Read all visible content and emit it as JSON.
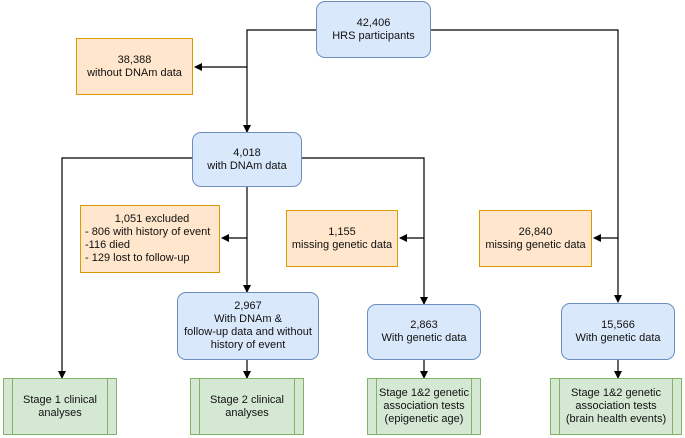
{
  "nodes": {
    "hrs": [
      "42,406",
      "HRS participants"
    ],
    "no_dnam": [
      "38,388",
      "without DNAm data"
    ],
    "dnam": [
      "4,018",
      "with DNAm data"
    ],
    "excluded": [
      "1,051 excluded",
      "- 806 with history of event",
      "-116 died",
      "- 129 lost to follow-up"
    ],
    "missing_gen_1": [
      "1,155",
      "missing genetic data"
    ],
    "missing_gen_2": [
      "26,840",
      "missing genetic data"
    ],
    "followup": [
      "2,967",
      "With DNAm &",
      "follow-up data and without",
      "history of event"
    ],
    "genetic_1": [
      "2,863",
      "With genetic data"
    ],
    "genetic_2": [
      "15,566",
      "With genetic data"
    ],
    "stage1": [
      "Stage 1 clinical",
      "analyses"
    ],
    "stage2": [
      "Stage 2 clinical",
      "analyses"
    ],
    "stage12_epi": [
      "Stage 1&2 genetic",
      "association tests",
      "(epigenetic age)"
    ],
    "stage12_brain": [
      "Stage 1&2 genetic",
      "association tests",
      "(brain health events)"
    ]
  },
  "colors": {
    "blue_fill": "#dae8fc",
    "blue_stroke": "#6c8ebf",
    "orange_fill": "#ffe6cc",
    "orange_stroke": "#d79b00",
    "green_fill": "#d5e8d4",
    "green_stroke": "#82b366",
    "connector": "#000000"
  }
}
